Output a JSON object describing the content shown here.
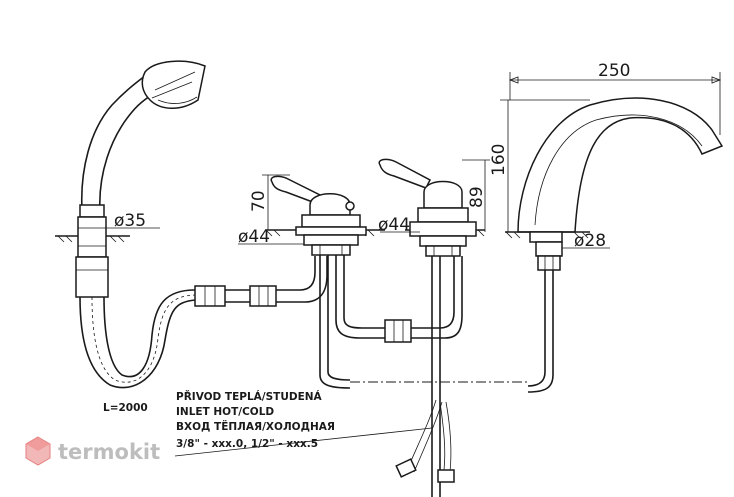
{
  "dimensions": {
    "width_total": "250",
    "height_spout": "160",
    "height_valve_left": "70",
    "height_valve_right": "89",
    "diameter_shower": "ø35",
    "diameter_valve_left": "ø44",
    "diameter_valve_right": "ø44",
    "diameter_spout": "ø28"
  },
  "hose_length": "L=2000",
  "inlet_note": {
    "line1": "PŘIVOD TEPLÁ/STUDENÁ",
    "line2": "INLET HOT/COLD",
    "line3": "ВХОД ТЁПЛАЯ/ХОЛОДНАЯ",
    "line4": "3/8\" - xxx.0, 1/2\" - xxx.5"
  },
  "watermark": "termokit"
}
